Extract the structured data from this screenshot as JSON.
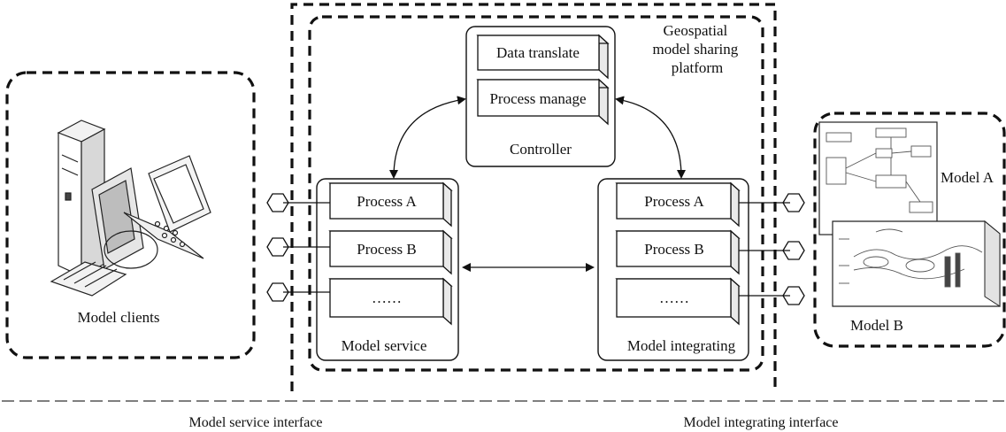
{
  "platform": {
    "title_lines": [
      "Geospatial",
      "model sharing",
      "platform"
    ]
  },
  "controller": {
    "label": "Controller",
    "items": [
      "Data translate",
      "Process manage"
    ]
  },
  "model_service": {
    "label": "Model service",
    "processes": [
      "Process A",
      "Process B",
      "……"
    ]
  },
  "model_integrating": {
    "label": "Model integrating",
    "processes": [
      "Process A",
      "Process B",
      "……"
    ]
  },
  "clients": {
    "label": "Model clients"
  },
  "models": {
    "model_a": "Model A",
    "model_b": "Model B"
  },
  "interfaces": {
    "service": "Model service interface",
    "integrating": "Model integrating interface"
  }
}
